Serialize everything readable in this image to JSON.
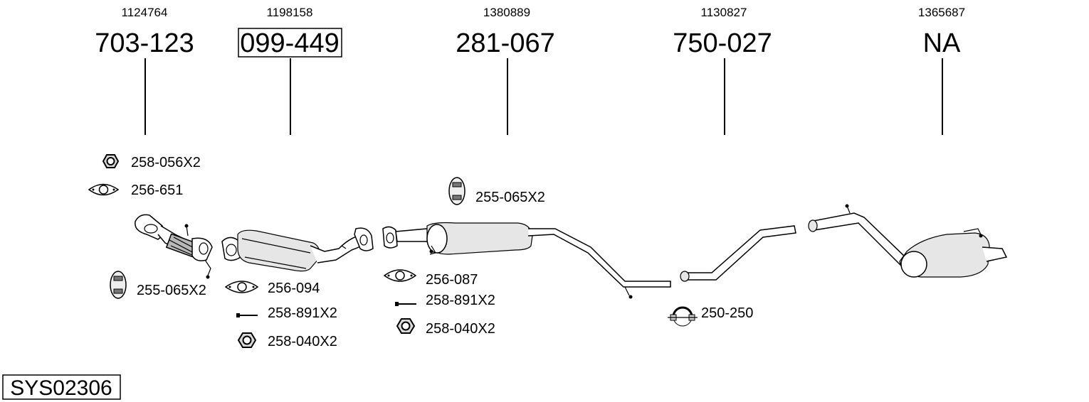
{
  "parts": [
    {
      "ref": "1124764",
      "number": "703-123",
      "boxed": false
    },
    {
      "ref": "1198158",
      "number": "099-449",
      "boxed": true
    },
    {
      "ref": "1380889",
      "number": "281-067",
      "boxed": false
    },
    {
      "ref": "1130827",
      "number": "750-027",
      "boxed": false
    },
    {
      "ref": "1365687",
      "number": "NA",
      "boxed": false
    }
  ],
  "accessories": [
    {
      "label": "258-056X2",
      "icon": "nut-icon"
    },
    {
      "label": "256-651",
      "icon": "gasket-icon"
    },
    {
      "label": "255-065X2",
      "icon": "rubber-hanger-icon"
    },
    {
      "label": "256-094",
      "icon": "gasket-icon"
    },
    {
      "label": "258-891X2",
      "icon": "bolt-icon"
    },
    {
      "label": "258-040X2",
      "icon": "nut-icon"
    },
    {
      "label": "255-065X2",
      "icon": "rubber-hanger-icon"
    },
    {
      "label": "256-087",
      "icon": "gasket-icon"
    },
    {
      "label": "258-891X2",
      "icon": "bolt-icon"
    },
    {
      "label": "258-040X2",
      "icon": "nut-icon"
    },
    {
      "label": "250-250",
      "icon": "pipe-clamp-icon"
    }
  ],
  "system_code": "SYS02306"
}
